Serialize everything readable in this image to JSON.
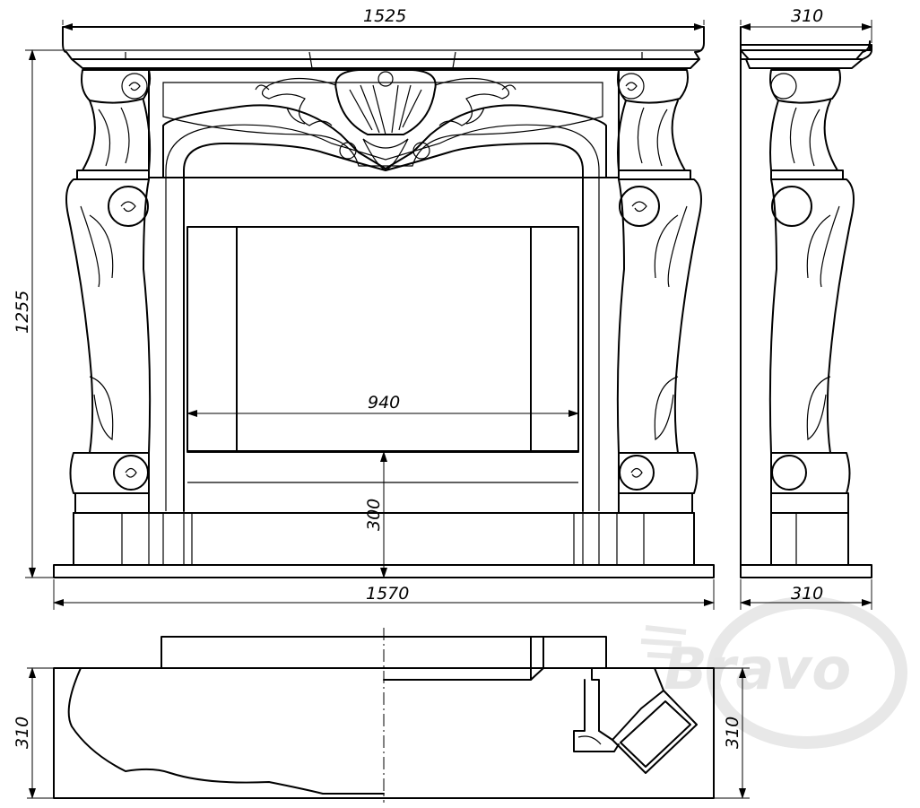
{
  "dimensions": {
    "front_width_top": "1525",
    "front_height": "1255",
    "firebox_width": "940",
    "firebox_height": "300",
    "base_width": "1570",
    "side_depth_top": "310",
    "side_depth_bottom": "310",
    "plan_depth_left": "310",
    "plan_depth_right": "310"
  },
  "watermark": {
    "text": "Bravo"
  }
}
